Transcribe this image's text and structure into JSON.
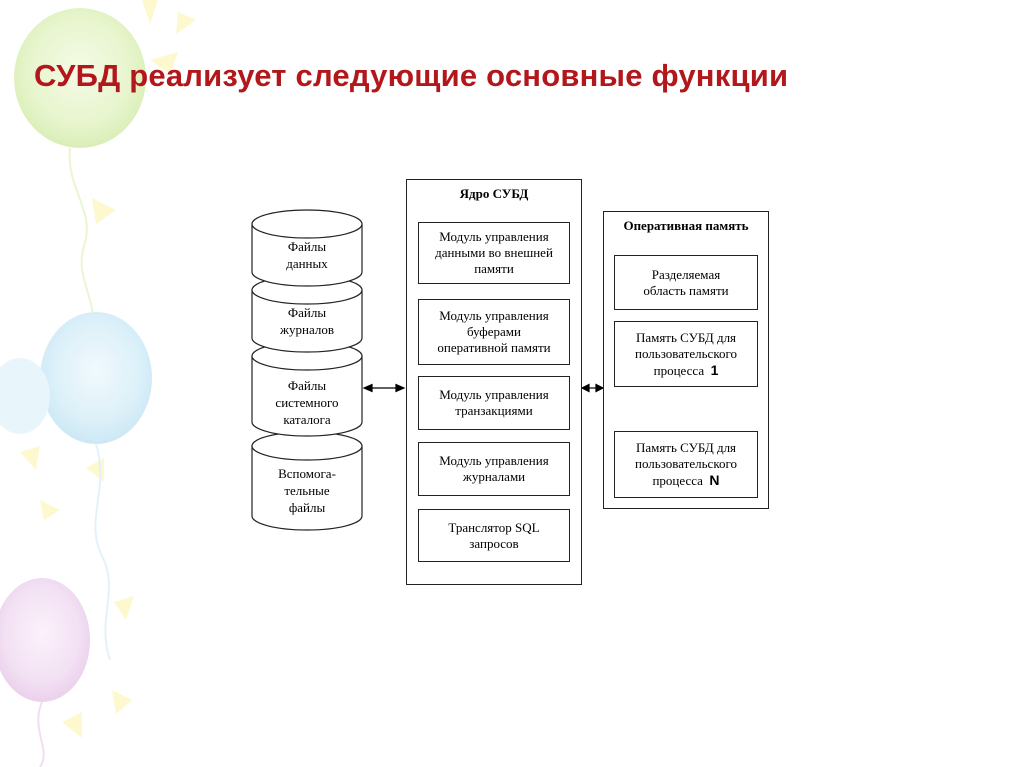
{
  "title": "СУБД реализует следующие основные функции",
  "storage": {
    "files": [
      {
        "label": "Файлы данных",
        "lines": [
          "Файлы",
          "данных"
        ]
      },
      {
        "label": "Файлы журналов",
        "lines": [
          "Файлы",
          "журналов"
        ]
      },
      {
        "label": "Файлы системного каталога",
        "lines": [
          "Файлы",
          "системного",
          "каталога"
        ]
      },
      {
        "label": "Вспомогательные файлы",
        "lines": [
          "Вспомога-",
          "тельные",
          "файлы"
        ]
      }
    ]
  },
  "kernel": {
    "title": "Ядро СУБД",
    "modules": [
      {
        "lines": [
          "Модуль управления",
          "данными во внешней",
          "памяти"
        ]
      },
      {
        "lines": [
          "Модуль управления",
          "буферами",
          "оперативной памяти"
        ]
      },
      {
        "lines": [
          "Модуль управления",
          "транзакциями"
        ]
      },
      {
        "lines": [
          "Модуль управления",
          "журналами"
        ]
      },
      {
        "lines": [
          "Транслятор SQL",
          "запросов"
        ]
      }
    ]
  },
  "memory": {
    "title": "Оперативная память",
    "shared": {
      "lines": [
        "Разделяемая",
        "область памяти"
      ]
    },
    "process_1": {
      "lines": [
        "Память СУБД для",
        "пользовательского",
        "процесса"
      ],
      "number": "1"
    },
    "process_n": {
      "lines": [
        "Память СУБД для",
        "пользовательского",
        "процесса"
      ],
      "number": "N"
    }
  },
  "colors": {
    "title": "#b2171b"
  }
}
